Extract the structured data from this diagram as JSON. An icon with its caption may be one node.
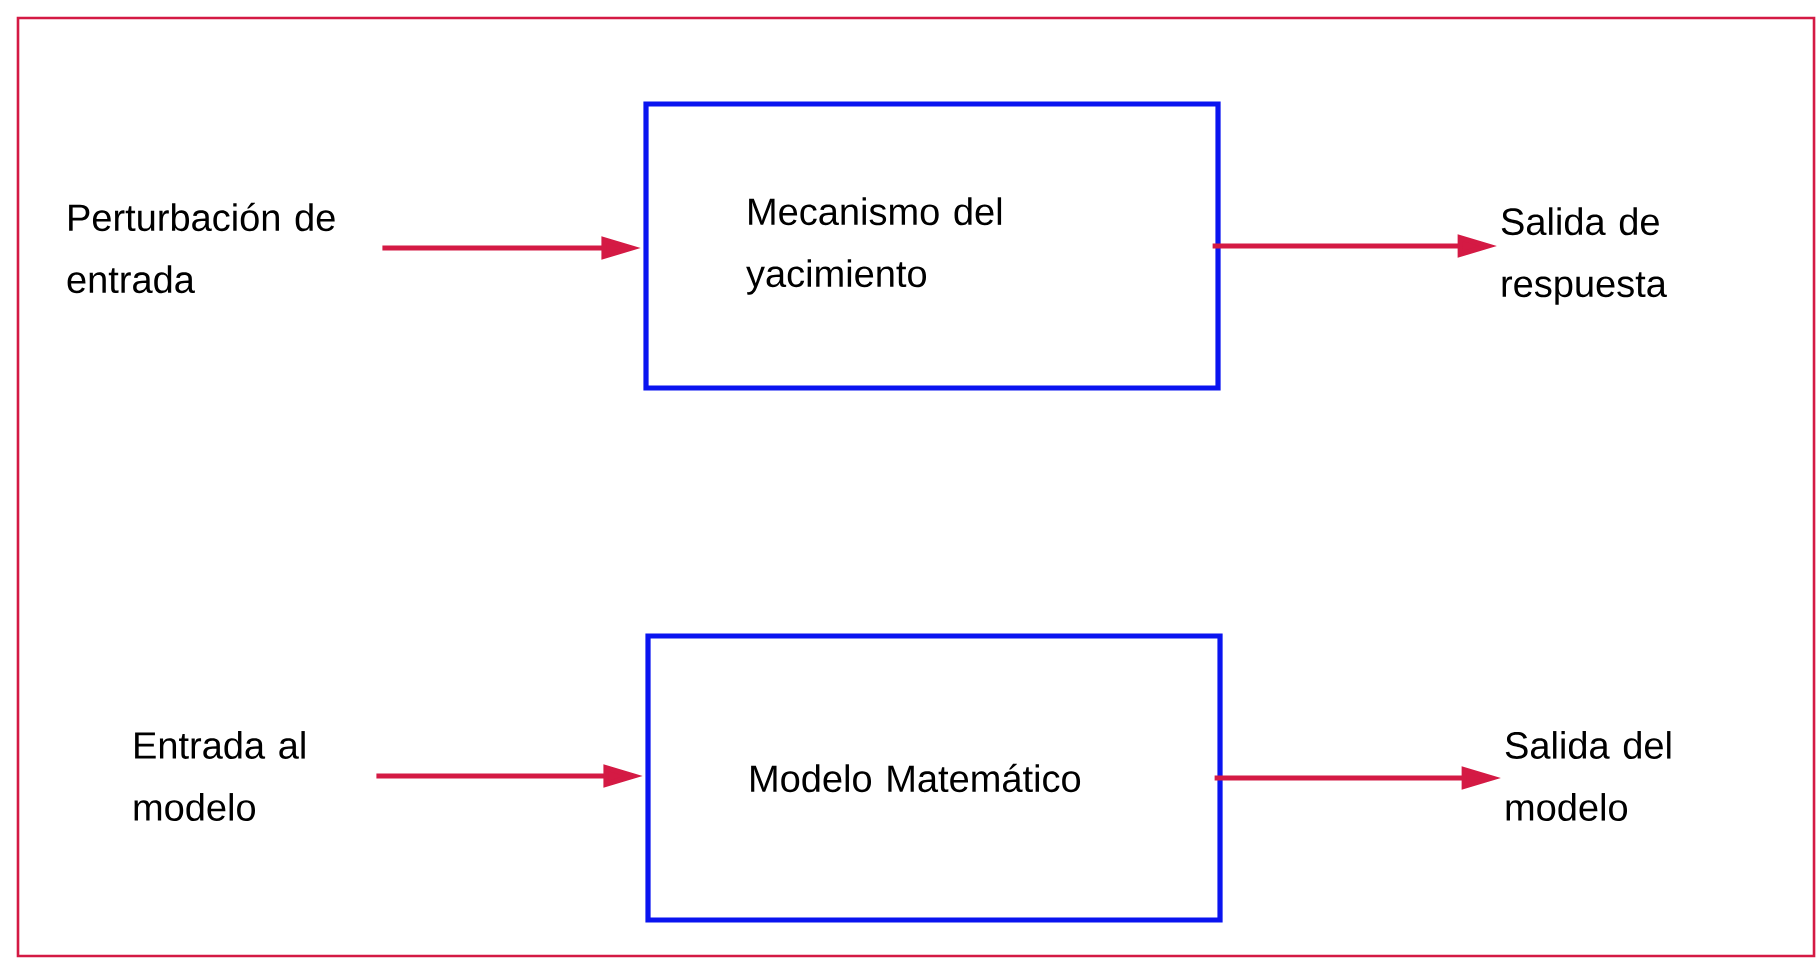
{
  "diagram": {
    "nodes": [
      {
        "text": [
          "Perturbación de entrada"
        ]
      },
      {
        "text": [
          "Mecanismo del yacimiento"
        ]
      },
      {
        "text": [
          "Salida de respuesta"
        ]
      },
      {
        "text": [
          "Entrada al modelo"
        ]
      },
      {
        "text": [
          "Modelo Matemático"
        ]
      },
      {
        "text": [
          "Salida del modelo"
        ]
      }
    ],
    "edges": [
      {
        "from": 0,
        "to": 1,
        "arrow": "to"
      },
      {
        "from": 1,
        "to": 2,
        "arrow": "to"
      },
      {
        "from": 3,
        "to": 4,
        "arrow": "to"
      },
      {
        "from": 4,
        "to": 5,
        "arrow": "to"
      }
    ]
  }
}
